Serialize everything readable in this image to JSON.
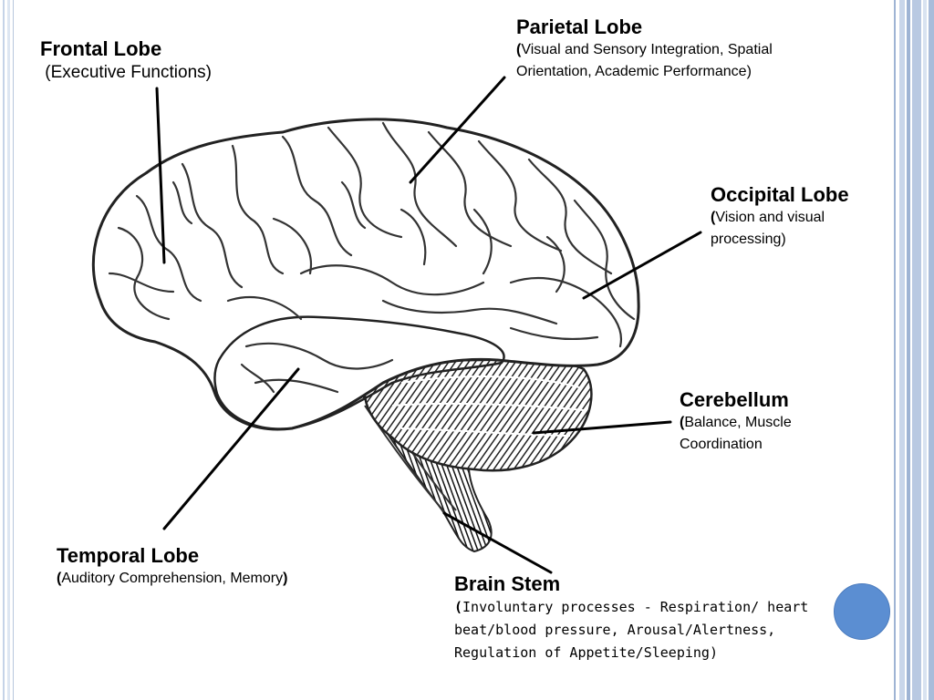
{
  "labels": {
    "frontal": {
      "title": "Frontal Lobe",
      "open": "(",
      "desc": "Executive Functions",
      "close": ")"
    },
    "parietal": {
      "title": "Parietal Lobe",
      "open": "(",
      "desc": "Visual and Sensory Integration, Spatial Orientation, Academic Performance",
      "close": ")"
    },
    "occipital": {
      "title": "Occipital Lobe",
      "open": "(",
      "desc": "Vision and visual processing",
      "close": ")"
    },
    "cerebellum": {
      "title": "Cerebellum",
      "open": "(",
      "desc": "Balance, Muscle Coordination",
      "close": ""
    },
    "temporal": {
      "title": "Temporal Lobe",
      "open": "(",
      "desc": "Auditory Comprehension, Memory",
      "close": ")"
    },
    "brainstem": {
      "title": "Brain Stem",
      "open": "(",
      "desc": "Involuntary processes - Respiration/ heart beat/blood pressure, Arousal/Alertness, Regulation of Appetite/Sleeping",
      "close": ")"
    }
  },
  "colors": {
    "accent_circle": "#5b8ed2",
    "frame": "#9fb4d4",
    "ink": "#000000"
  }
}
